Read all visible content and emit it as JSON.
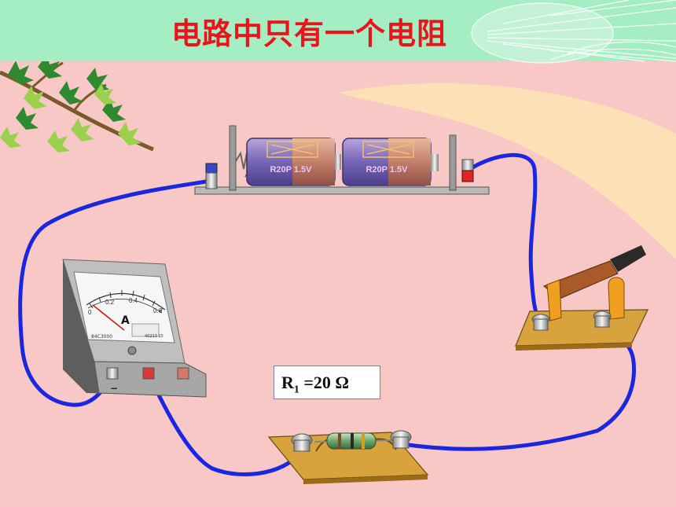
{
  "title": "电路中只有一个电阻",
  "resistor_label": {
    "symbol": "R",
    "subscript": "1",
    "value": " =20 Ω"
  },
  "battery": {
    "cell_label": "R20P 1.5V"
  },
  "ammeter": {
    "unit_symbol": "A",
    "scale_labels": [
      "0",
      "0.2",
      "0.4",
      "0.6"
    ],
    "model_text": "84C3000",
    "serial_text": "40213 15",
    "terminal_mark": "−"
  },
  "colors": {
    "wire": "#1a27e0",
    "title_text": "#e8161c",
    "title_bar": "#a5eec4",
    "background": "#f7c8c5",
    "peach_area": "#fde0b6"
  }
}
